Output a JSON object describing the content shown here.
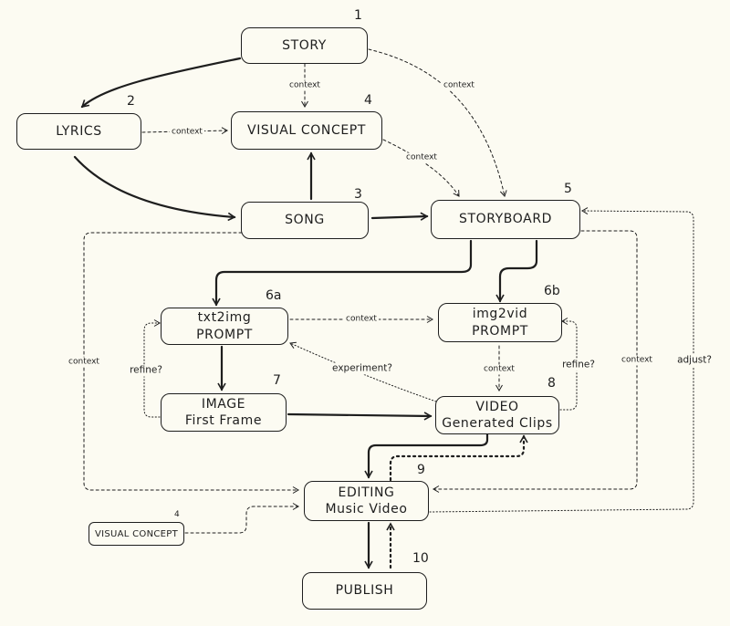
{
  "nodes": {
    "story": {
      "label": "STORY",
      "number": "1"
    },
    "lyrics": {
      "label": "LYRICS",
      "number": "2"
    },
    "song": {
      "label": "SONG",
      "number": "3"
    },
    "visual_concept": {
      "label": "VISUAL CONCEPT",
      "number": "4"
    },
    "storyboard": {
      "label": "STORYBOARD",
      "number": "5"
    },
    "txt2img": {
      "line1": "txt2img",
      "line2": "PROMPT",
      "number": "6a"
    },
    "img2vid": {
      "line1": "img2vid",
      "line2": "PROMPT",
      "number": "6b"
    },
    "image": {
      "line1": "IMAGE",
      "line2": "First Frame",
      "number": "7"
    },
    "video": {
      "line1": "VIDEO",
      "line2": "Generated Clips",
      "number": "8"
    },
    "editing": {
      "line1": "EDITING",
      "line2": "Music Video",
      "number": "9"
    },
    "publish": {
      "label": "PUBLISH",
      "number": "10"
    },
    "visual_concept_small": {
      "label": "VISUAL CONCEPT",
      "number": "4"
    }
  },
  "edge_labels": {
    "story_to_visual": "context",
    "story_to_storyboard": "context",
    "lyrics_to_visual": "context",
    "visual_to_storyboard": "context",
    "txt2img_to_img2vid": "context",
    "img2vid_to_video": "context",
    "song_to_editing": "context",
    "storyboard_to_editing": "context",
    "refine_left": "refine?",
    "refine_right": "refine?",
    "experiment": "experiment?",
    "adjust": "adjust?"
  },
  "colors": {
    "background": "#fcfbf2",
    "stroke": "#1e1e1e"
  }
}
